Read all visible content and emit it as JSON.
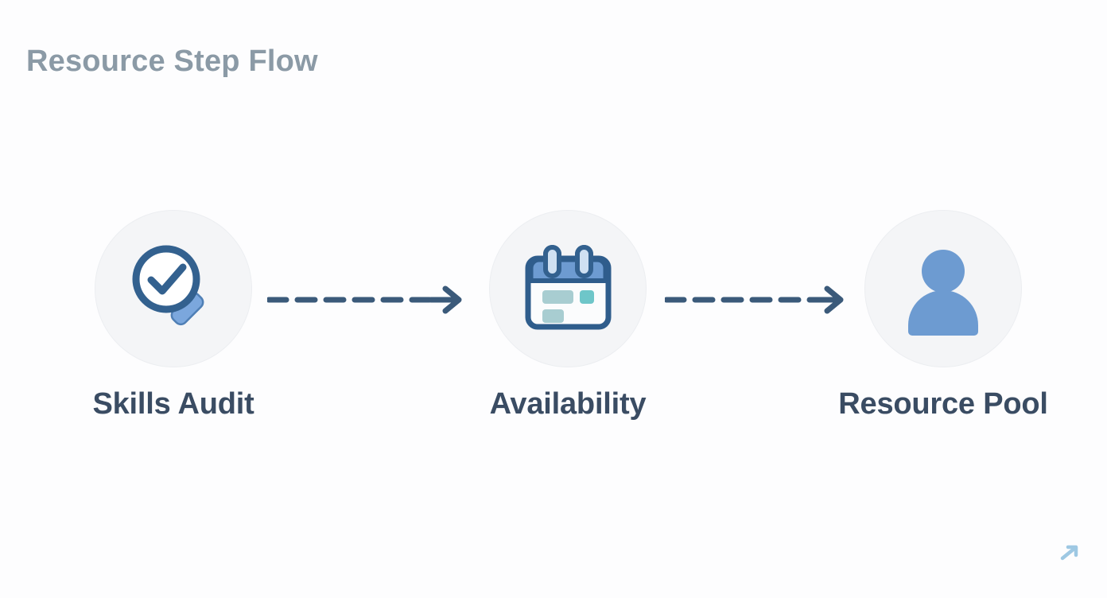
{
  "page": {
    "title": "Resource Step Flow",
    "background_color": "#fdfdfe",
    "title_color": "#8b9aa6"
  },
  "theme": {
    "label_color": "#3a4c63",
    "circle_fill": "#f4f5f7",
    "circle_border": "#eceef1",
    "arrow_color": "#3b5a7a",
    "icon_dark_blue": "#33618f",
    "icon_mid_blue": "#6d9bd1",
    "icon_light_blue": "#7ba7dd",
    "icon_teal_pale": "#a8cdd1",
    "icon_teal_bright": "#6ec6c9",
    "corner_arrow_color": "#9ec8e3"
  },
  "flow": {
    "steps": [
      {
        "id": "skills-audit",
        "label": "Skills Audit",
        "icon": "magnifier-check-icon"
      },
      {
        "id": "availability",
        "label": "Availability",
        "icon": "calendar-icon"
      },
      {
        "id": "resource-pool",
        "label": "Resource Pool",
        "icon": "person-icon"
      }
    ],
    "connectors": [
      {
        "id": "connector-1",
        "style": "dashed-arrow",
        "direction": "right",
        "from": "skills-audit",
        "to": "availability"
      },
      {
        "id": "connector-2",
        "style": "dashed-arrow",
        "direction": "right",
        "from": "availability",
        "to": "resource-pool"
      }
    ]
  },
  "corner": {
    "icon": "arrow-up-right-icon"
  }
}
